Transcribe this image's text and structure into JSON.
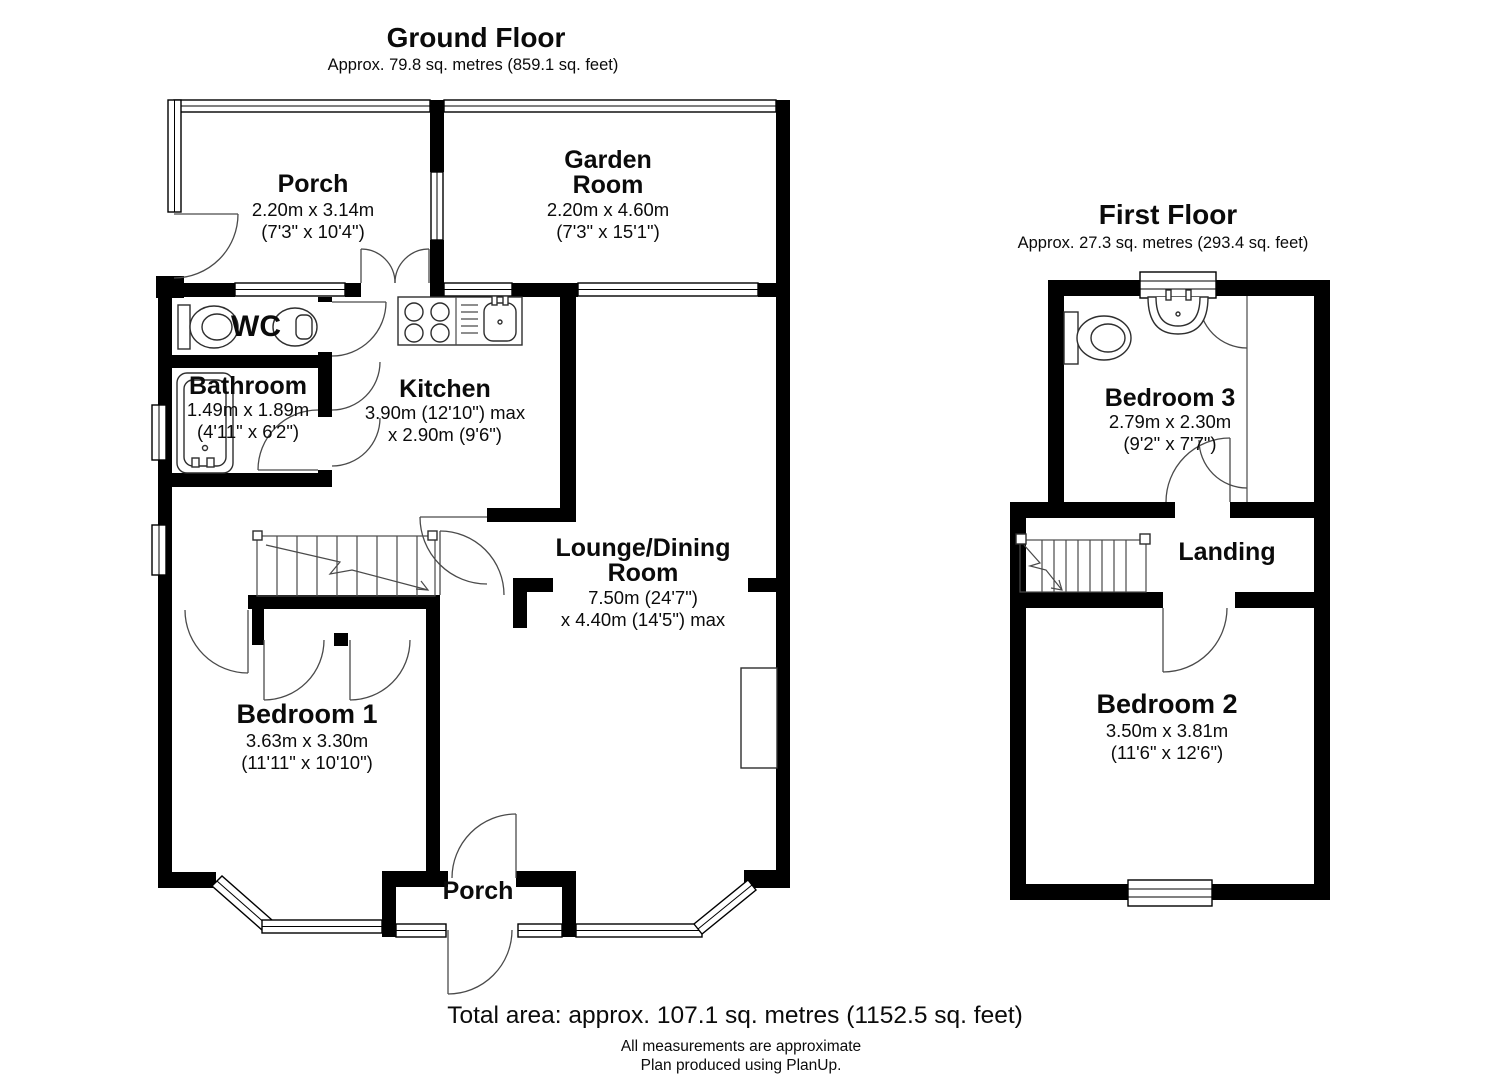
{
  "ground_floor": {
    "title": "Ground Floor",
    "subtitle": "Approx. 79.8 sq. metres (859.1 sq. feet)",
    "porch_top": {
      "name": "Porch",
      "dims_m": "2.20m x 3.14m",
      "dims_ft": "(7'3\" x 10'4\")"
    },
    "garden_room": {
      "name1": "Garden",
      "name2": "Room",
      "dims_m": "2.20m x 4.60m",
      "dims_ft": "(7'3\" x 15'1\")"
    },
    "wc": {
      "name": "WC"
    },
    "bathroom": {
      "name": "Bathroom",
      "dims_m": "1.49m x 1.89m",
      "dims_ft": "(4'11\" x 6'2\")"
    },
    "kitchen": {
      "name": "Kitchen",
      "dims_m": "3.90m (12'10\") max",
      "dims_ft": "x 2.90m (9'6\")"
    },
    "lounge_dining": {
      "name1": "Lounge/Dining",
      "name2": "Room",
      "dims_m": "7.50m (24'7\")",
      "dims_ft": "x 4.40m (14'5\") max"
    },
    "bedroom1": {
      "name": "Bedroom 1",
      "dims_m": "3.63m x 3.30m",
      "dims_ft": "(11'11\" x 10'10\")"
    },
    "porch_bottom": {
      "name": "Porch"
    }
  },
  "first_floor": {
    "title": "First Floor",
    "subtitle": "Approx. 27.3 sq. metres (293.4 sq. feet)",
    "bedroom3": {
      "name": "Bedroom 3",
      "dims_m": "2.79m x 2.30m",
      "dims_ft": "(9'2\" x 7'7\")"
    },
    "landing": {
      "name": "Landing"
    },
    "bedroom2": {
      "name": "Bedroom 2",
      "dims_m": "3.50m x 3.81m",
      "dims_ft": "(11'6\" x 12'6\")"
    }
  },
  "footer": {
    "total_area": "Total area: approx. 107.1 sq. metres (1152.5 sq. feet)",
    "note_line1": "All measurements are approximate",
    "note_line2": "Plan produced using PlanUp."
  },
  "colors": {
    "wall": "#000000",
    "line": "#4a4a4a",
    "background": "#ffffff"
  }
}
